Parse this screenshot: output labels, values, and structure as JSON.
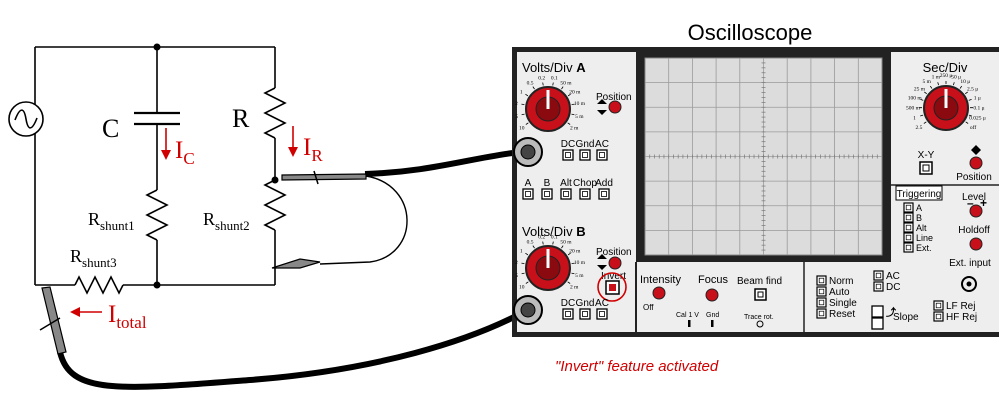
{
  "title": "Oscilloscope",
  "circuit": {
    "capacitor_label": "C",
    "resistor_label": "R",
    "current_c": {
      "base": "I",
      "sub": "C"
    },
    "current_r": {
      "base": "I",
      "sub": "R"
    },
    "current_total": {
      "base": "I",
      "sub": "total"
    },
    "shunt1": {
      "base": "R",
      "sub": "shunt1"
    },
    "shunt2": {
      "base": "R",
      "sub": "shunt2"
    },
    "shunt3": {
      "base": "R",
      "sub": "shunt3"
    }
  },
  "scope": {
    "volts_div_a": {
      "prefix": "Volts/Div ",
      "channel": "A"
    },
    "volts_div_b": {
      "prefix": "Volts/Div ",
      "channel": "B"
    },
    "volts_scale": [
      "0.5",
      "0.2",
      "0.1",
      "50 m",
      "20 m",
      "10 m",
      "5 m",
      "2 m",
      "1",
      "2",
      "5",
      "10",
      "20"
    ],
    "position_label": "Position",
    "coupling": [
      "DC",
      "Gnd",
      "AC"
    ],
    "mode_buttons": [
      "A",
      "B",
      "Alt",
      "Chop",
      "Add"
    ],
    "invert_label": "Invert",
    "intensity_label": "Intensity",
    "off_label": "Off",
    "focus_label": "Focus",
    "beam_find_label": "Beam find",
    "cal_label": "Cal 1 V",
    "gnd_label": "Gnd",
    "trace_rot_label": "Trace rot.",
    "sec_div_label": "Sec/Div",
    "sec_scale": [
      "250 μ",
      "1 m",
      "50 μ",
      "5 m",
      "10 μ",
      "25 m",
      "2.5 μ",
      "100 m",
      "1 μ",
      "500 m",
      "0.1 μ",
      "1",
      "0.025 μ",
      "2.5",
      "off"
    ],
    "xy_label": "X-Y",
    "triggering_label": "Triggering",
    "trigger_sources": [
      "A",
      "B",
      "Alt",
      "Line",
      "Ext."
    ],
    "level_label": "Level",
    "holdoff_label": "Holdoff",
    "ext_input_label": "Ext. input",
    "sweep_modes": [
      "Norm",
      "Auto",
      "Single",
      "Reset"
    ],
    "trigger_coupling": [
      "AC",
      "DC"
    ],
    "slope_label": "Slope",
    "rejection": [
      "LF Rej",
      "HF Rej"
    ]
  },
  "annotation": "\"Invert\" feature activated",
  "colors": {
    "accent": "#d10000",
    "knob": "#c8101a",
    "panel": "#eeeeee",
    "screen": "#dcdcdc",
    "probe": "#888888"
  }
}
